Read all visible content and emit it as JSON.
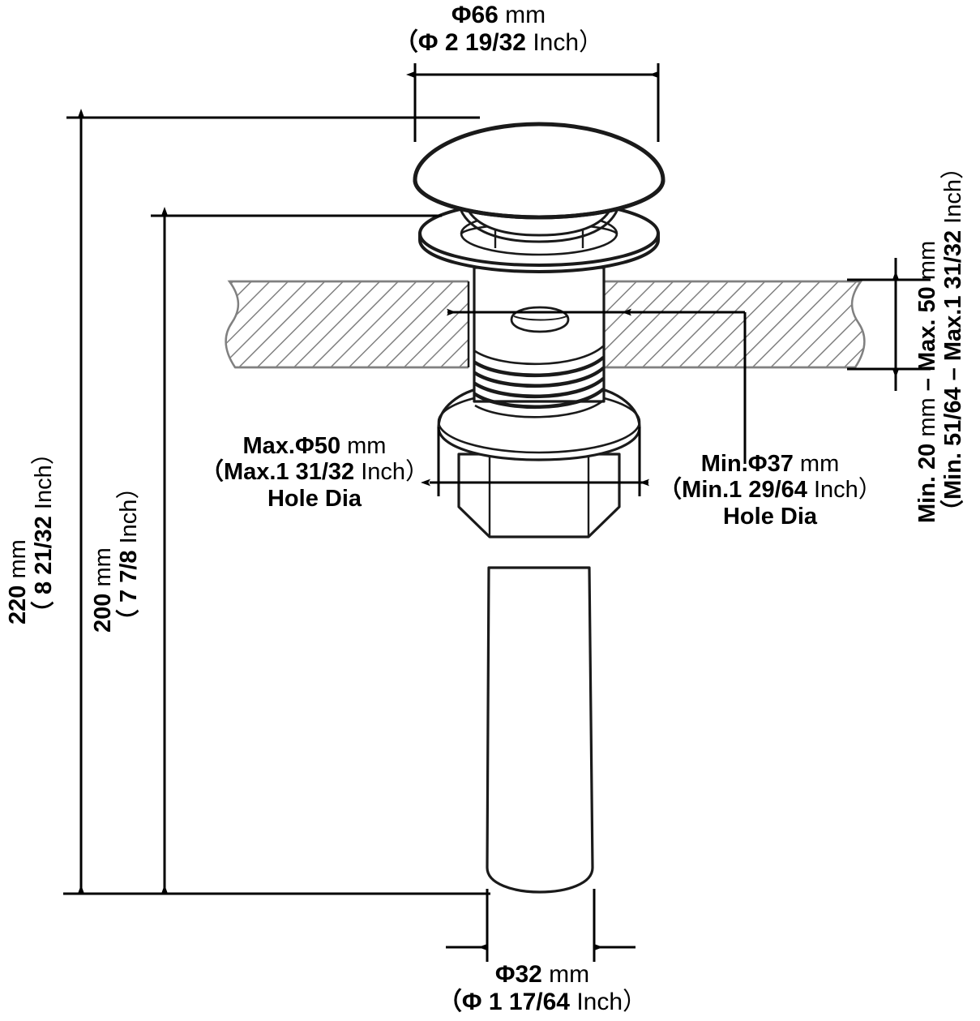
{
  "drawing": {
    "title": "Pop-up sink drain stopper dimension drawing",
    "style": {
      "line_color": "#1a1a1a",
      "hatch_color": "#808080",
      "background": "#ffffff"
    }
  },
  "dimensions": {
    "top_diameter": {
      "line1_prefix": "Φ",
      "line1_value": "66",
      "line1_unit": "mm",
      "line2": "（Φ 2  19/32",
      "line2_unit": "Inch）"
    },
    "overall_height": {
      "value": "220",
      "unit": "mm",
      "inch": "（ 8 21/32",
      "inch_unit": "Inch）"
    },
    "body_height": {
      "value": "200",
      "unit": "mm",
      "inch": "（ 7 7/8",
      "inch_unit": "Inch）"
    },
    "counter_thickness": {
      "line1": "Min. 20",
      "line1_unit": "mm",
      "line1_b": "– Max. 50",
      "line1_unit2": "mm",
      "line2": "（Min. 51/64 – Max.1  31/32",
      "line2_unit": "Inch）"
    },
    "max_hole": {
      "line1_a": "Max.",
      "line1_phi": "Φ",
      "line1_value": "50",
      "line1_unit": "mm",
      "line2": "（Max.1  31/32",
      "line2_unit": "Inch）",
      "line3": "Hole Dia"
    },
    "min_hole": {
      "line1_a": "Min.",
      "line1_phi": "Φ",
      "line1_value": "37",
      "line1_unit": "mm",
      "line2": "（Min.1  29/64",
      "line2_unit": "Inch）",
      "line3": "Hole Dia"
    },
    "bottom_diameter": {
      "line1_prefix": "Φ",
      "line1_value": "32",
      "line1_unit": "mm",
      "line2": "（Φ 1  17/64",
      "line2_unit": "Inch）"
    }
  }
}
